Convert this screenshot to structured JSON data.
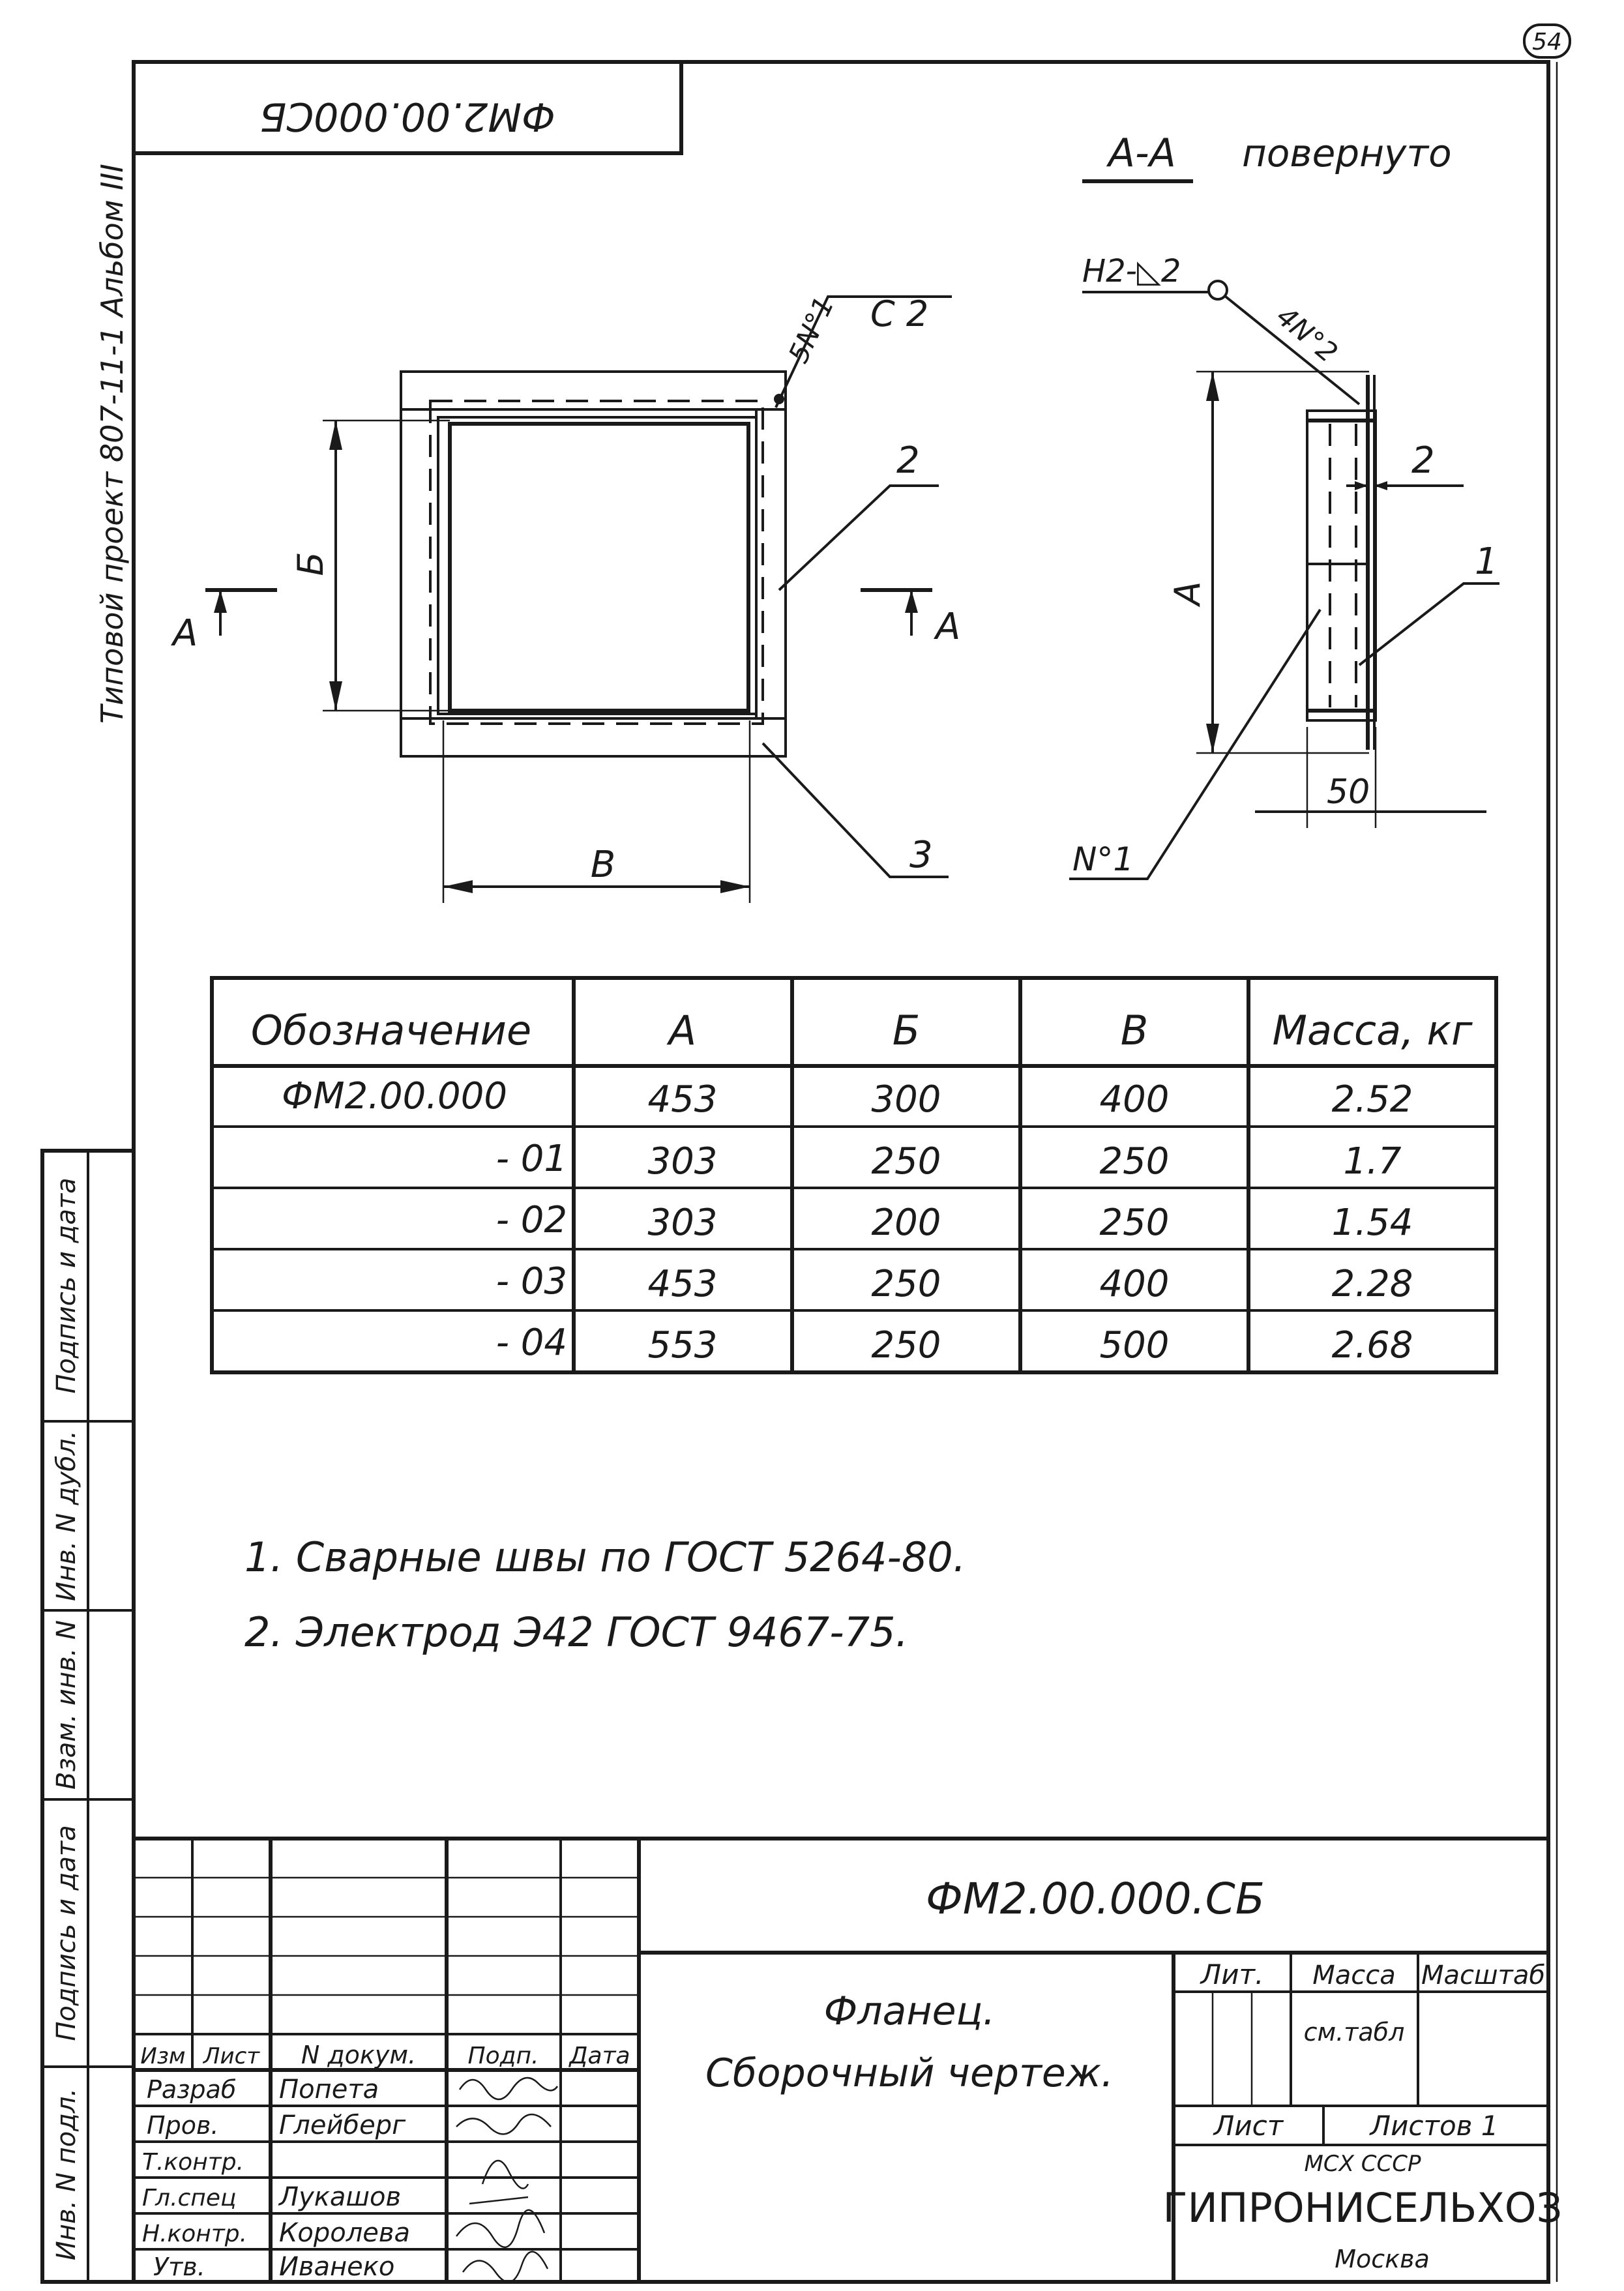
{
  "page_number": "54",
  "side_caption": "Типовой проект 807-11-1 Альбом III",
  "code_box_rotated": "ФМ2.00.000СБ",
  "section": {
    "label": "А-А",
    "note": "повернуто"
  },
  "weld_callout": "Н2-◺2",
  "front_view": {
    "callout_c2": "С 2",
    "callout_5n1": "5N°1",
    "pos_2": "2",
    "pos_3": "3",
    "dim_b": "Б",
    "dim_v": "В",
    "cut_left": "А",
    "cut_right": "А"
  },
  "side_view": {
    "callout_4n2": "4N°2",
    "pos_2": "2",
    "pos_1": "1",
    "dim_a": "А",
    "dim_50": "50",
    "callout_n1": "N°1"
  },
  "table": {
    "headers": [
      "Обозначение",
      "А",
      "Б",
      "В",
      "Масса, кг"
    ],
    "rows": [
      [
        "ФМ2.00.000",
        "453",
        "300",
        "400",
        "2.52"
      ],
      [
        "- 01",
        "303",
        "250",
        "250",
        "1.7"
      ],
      [
        "- 02",
        "303",
        "200",
        "250",
        "1.54"
      ],
      [
        "- 03",
        "453",
        "250",
        "400",
        "2.28"
      ],
      [
        "- 04",
        "553",
        "250",
        "500",
        "2.68"
      ]
    ]
  },
  "notes": [
    "1. Сварные швы по ГОСТ 5264-80.",
    "2. Электрод Э42 ГОСТ 9467-75."
  ],
  "left_strip": [
    "Подпись и дата",
    "Инв. N дубл.",
    "Взам. инв. N",
    "Подпись и дата",
    "Инв. N подл."
  ],
  "title_block": {
    "code": "ФМ2.00.000.СБ",
    "name_1": "Фланец.",
    "name_2": "Сборочный чертеж.",
    "header_cols": [
      "Изм",
      "Лист",
      "N докум.",
      "Подп.",
      "Дата"
    ],
    "roles": [
      {
        "role": "Разраб",
        "name": "Попета"
      },
      {
        "role": "Пров.",
        "name": "Глейберг"
      },
      {
        "role": "Т.контр.",
        "name": ""
      },
      {
        "role": "Гл.спец",
        "name": "Лукашов"
      },
      {
        "role": "Н.контр.",
        "name": "Королева"
      },
      {
        "role": "Утв.",
        "name": "Иванеко"
      }
    ],
    "lit_label": "Лит.",
    "mass_label": "Масса",
    "scale_label": "Масштаб",
    "mass_value": "см.табл",
    "sheet_label": "Лист",
    "sheets_label": "Листов 1",
    "org_1": "МСХ СССР",
    "org_2": "ГИПРОНИСЕЛЬХОЗ",
    "org_3": "Москва"
  }
}
